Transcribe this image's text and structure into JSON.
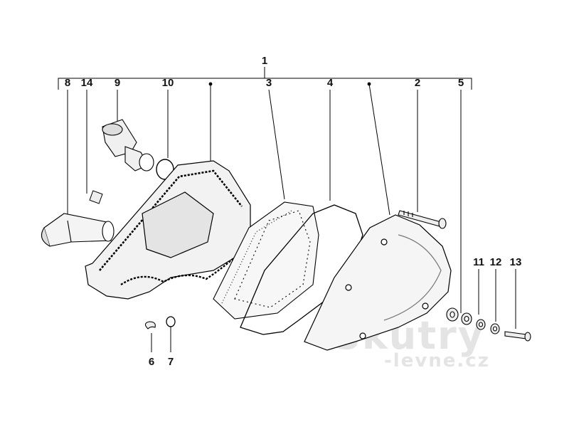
{
  "diagram": {
    "callouts": {
      "c1": "1",
      "c2": "2",
      "c3": "3",
      "c4": "4",
      "c5": "5",
      "c6": "6",
      "c7": "7",
      "c8": "8",
      "c9": "9",
      "c10": "10",
      "c11": "11",
      "c12": "12",
      "c13": "13",
      "c14": "14"
    },
    "watermark": {
      "main": "Skutry",
      "sub": "-levne.cz"
    }
  }
}
